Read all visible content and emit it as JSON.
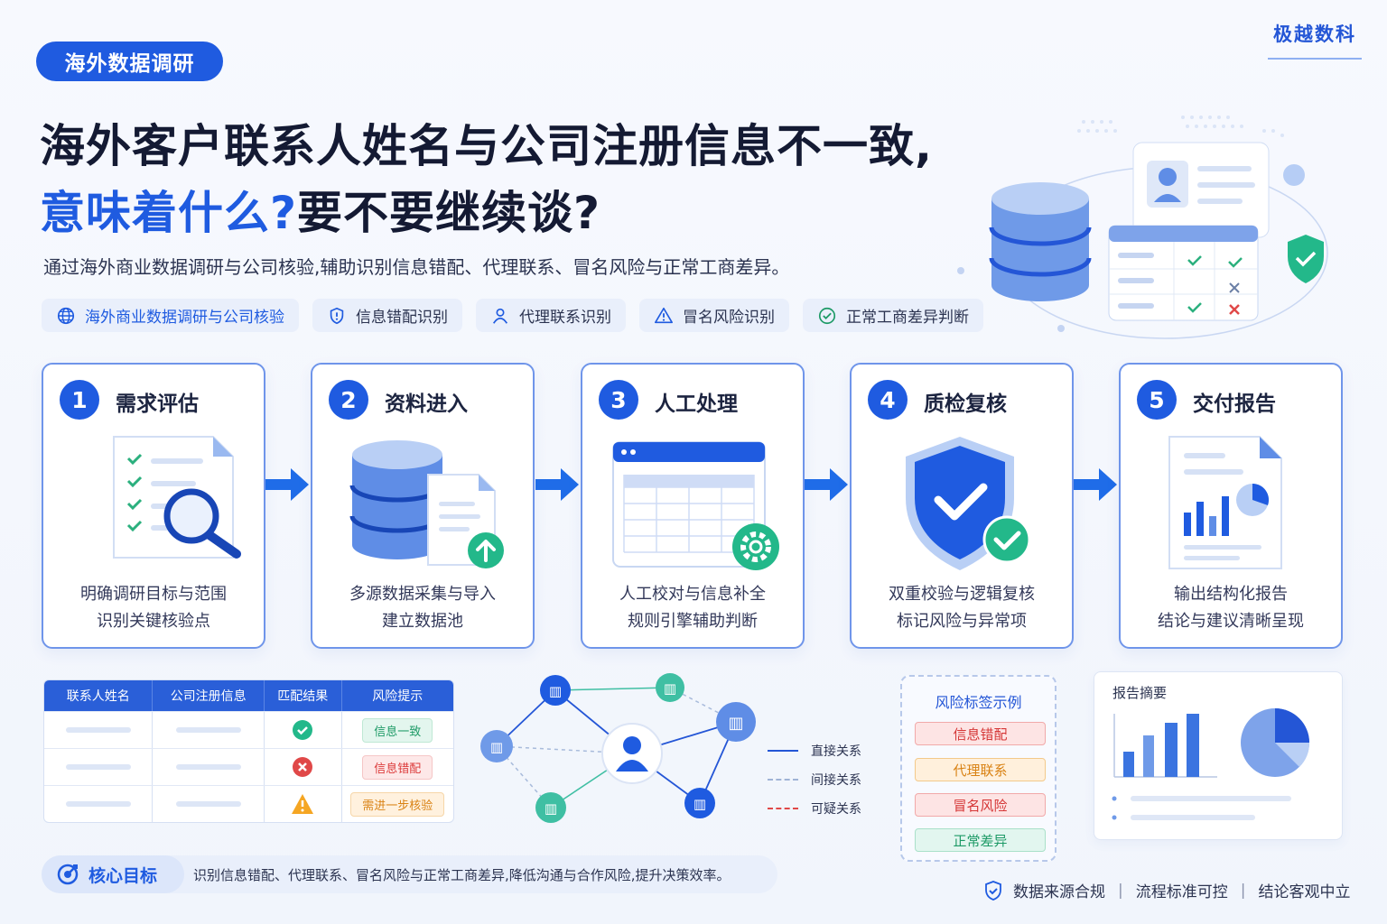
{
  "header": {
    "tag": "海外数据调研",
    "brand": "极越数科",
    "title_line1": "海外客户联系人姓名与公司注册信息不一致,",
    "title_line2_blue": "意味着什么?",
    "title_line2_rest": "要不要继续谈?",
    "subtitle": "通过海外商业数据调研与公司核验,辅助识别信息错配、代理联系、冒名风险与正常工商差异。"
  },
  "chips": [
    {
      "label": "海外商业数据调研与公司核验",
      "icon": "globe-icon"
    },
    {
      "label": "信息错配识别",
      "icon": "shield-alert-icon"
    },
    {
      "label": "代理联系识别",
      "icon": "user-icon"
    },
    {
      "label": "冒名风险识别",
      "icon": "warning-icon"
    },
    {
      "label": "正常工商差异判断",
      "icon": "check-circle-icon"
    }
  ],
  "steps": [
    {
      "num": "1",
      "title": "需求评估",
      "line1": "明确调研目标与范围",
      "line2": "识别关键核验点"
    },
    {
      "num": "2",
      "title": "资料进入",
      "line1": "多源数据采集与导入",
      "line2": "建立数据池"
    },
    {
      "num": "3",
      "title": "人工处理",
      "line1": "人工校对与信息补全",
      "line2": "规则引擎辅助判断"
    },
    {
      "num": "4",
      "title": "质检复核",
      "line1": "双重校验与逻辑复核",
      "line2": "标记风险与异常项"
    },
    {
      "num": "5",
      "title": "交付报告",
      "line1": "输出结构化报告",
      "line2": "结论与建议清晰呈现"
    }
  ],
  "match_table": {
    "headers": [
      "联系人姓名",
      "公司注册信息",
      "匹配结果",
      "风险提示"
    ],
    "rows": [
      {
        "result_icon": "check-icon",
        "risk": "信息一致",
        "color": "#1d9a66"
      },
      {
        "result_icon": "cross-icon",
        "risk": "信息错配",
        "color": "#dc3a3a"
      },
      {
        "result_icon": "warning-icon",
        "risk": "需进一步核验",
        "color": "#d98214"
      }
    ]
  },
  "relation_legend": [
    {
      "label": "直接关系",
      "style": "solid",
      "color": "#2456d6"
    },
    {
      "label": "间接关系",
      "style": "dashed",
      "color": "#9fb3d6"
    },
    {
      "label": "可疑关系",
      "style": "dashed",
      "color": "#e04848"
    }
  ],
  "risk_tags": {
    "title": "风险标签示例",
    "tags": [
      {
        "label": "信息错配",
        "tone": "red"
      },
      {
        "label": "代理联系",
        "tone": "orange"
      },
      {
        "label": "冒名风险",
        "tone": "red"
      },
      {
        "label": "正常差异",
        "tone": "green"
      }
    ]
  },
  "report_summary": {
    "title": "报告摘要"
  },
  "footer": {
    "goal_label": "核心目标",
    "goal_text": "识别信息错配、代理联系、冒名风险与正常工商差异,降低沟通与合作风险,提升决策效率。",
    "assurances": [
      "数据来源合规",
      "流程标准可控",
      "结论客观中立"
    ]
  },
  "colors": {
    "primary": "#1f5be0",
    "success": "#1d9a66",
    "danger": "#dc3a3a",
    "warning": "#d98214"
  }
}
